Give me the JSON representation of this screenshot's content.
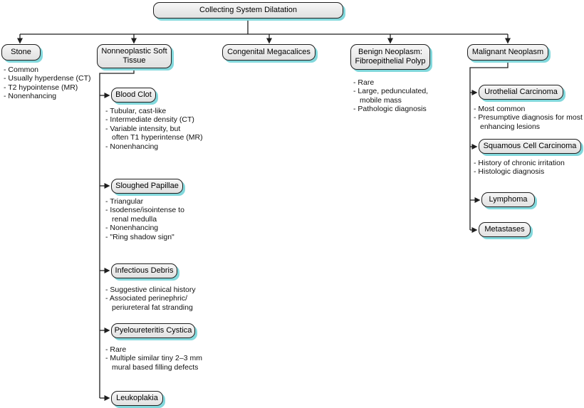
{
  "figure": {
    "root": {
      "label": "Collecting System Dilatation"
    },
    "branches": [
      {
        "label": "Stone",
        "bullets": [
          "Common",
          "Usually hyperdense (CT)",
          "T2 hypointense (MR)",
          "Nonenhancing"
        ]
      },
      {
        "label": "Nonneoplastic Soft\nTissue",
        "children": [
          {
            "label": "Blood Clot",
            "bullets": [
              "Tubular, cast-like",
              "Intermediate density (CT)",
              "Variable intensity, but\noften T1 hyperintense (MR)",
              "Nonenhancing"
            ]
          },
          {
            "label": "Sloughed Papillae",
            "bullets": [
              "Triangular",
              "Isodense/isointense to\nrenal medulla",
              "Nonenhancing",
              "\"Ring shadow sign\""
            ]
          },
          {
            "label": "Infectious Debris",
            "bullets": [
              "Suggestive clinical history",
              "Associated perinephric/\nperiureteral fat stranding"
            ]
          },
          {
            "label": "Pyeloureteritis Cystica",
            "bullets": [
              "Rare",
              "Multiple similar tiny 2–3 mm\nmural based filling defects"
            ]
          },
          {
            "label": "Leukoplakia",
            "bullets": []
          }
        ]
      },
      {
        "label": "Congenital Megacalices",
        "bullets": []
      },
      {
        "label": "Benign Neoplasm:\nFibroepithelial Polyp",
        "bullets": [
          "Rare",
          "Large, pedunculated,\nmobile mass",
          "Pathologic diagnosis"
        ]
      },
      {
        "label": "Malignant Neoplasm",
        "children": [
          {
            "label": "Urothelial Carcinoma",
            "bullets": [
              "Most common",
              "Presumptive diagnosis for most\nenhancing lesions"
            ]
          },
          {
            "label": "Squamous Cell Carcinoma",
            "bullets": [
              "History of chronic irritation",
              "Histologic diagnosis"
            ]
          },
          {
            "label": "Lymphoma",
            "bullets": []
          },
          {
            "label": "Metastases",
            "bullets": []
          }
        ]
      }
    ],
    "colors": {
      "box_fill": "#ececec",
      "box_border": "#1f1f1f",
      "shadow_teal": "#82d8dc",
      "line": "#1f1f1f",
      "background": "#ffffff"
    }
  }
}
